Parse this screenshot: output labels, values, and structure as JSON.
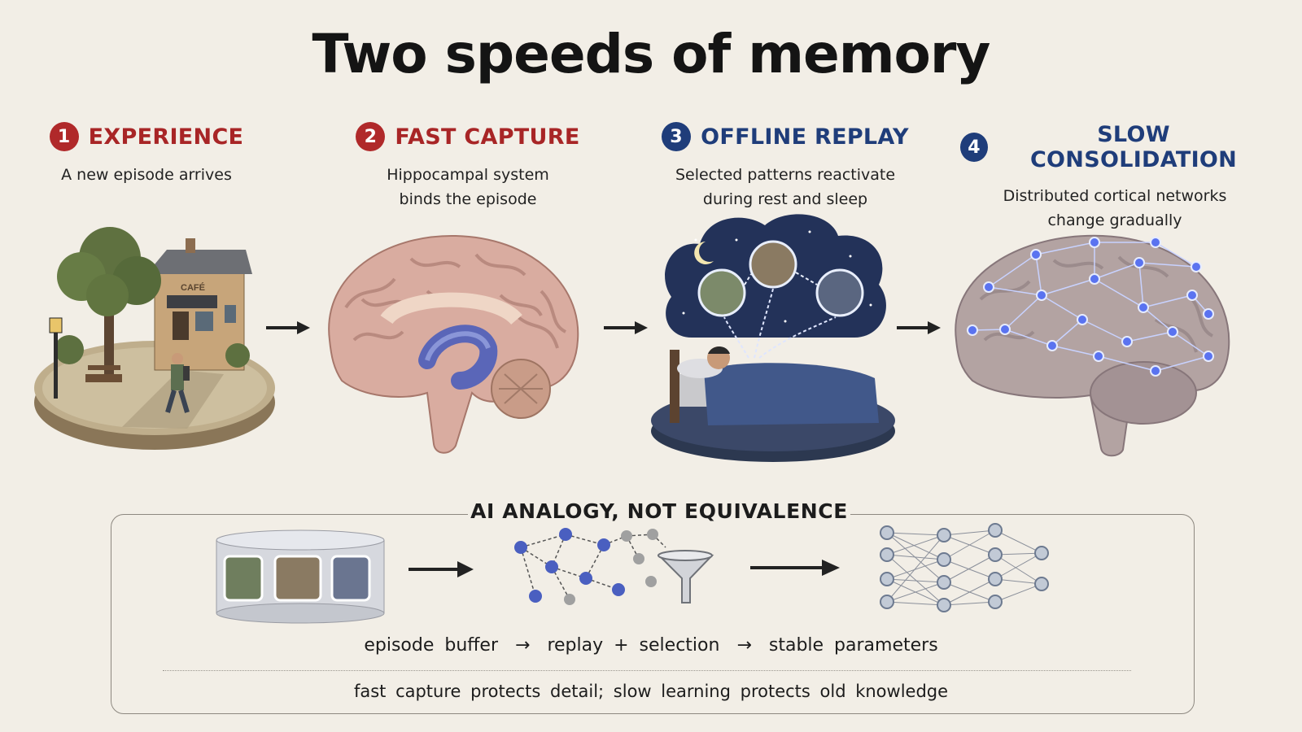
{
  "title": "Two speeds of memory",
  "steps": [
    {
      "number": "1",
      "label": "EXPERIENCE",
      "desc_lines": [
        "A new episode arrives"
      ],
      "color": "#b0292a"
    },
    {
      "number": "2",
      "label": "FAST CAPTURE",
      "desc_lines": [
        "Hippocampal system",
        "binds the episode"
      ],
      "color": "#b0292a"
    },
    {
      "number": "3",
      "label": "OFFLINE REPLAY",
      "desc_lines": [
        "Selected patterns reactivate",
        "during rest and sleep"
      ],
      "color": "#1f3d7a"
    },
    {
      "number": "4",
      "label": "SLOW CONSOLIDATION",
      "desc_lines": [
        "Distributed cortical networks",
        "change gradually"
      ],
      "color": "#1f3d7a"
    }
  ],
  "scene_signs": {
    "cafe": "CAFÉ"
  },
  "analogy": {
    "title": "AI ANALOGY, NOT EQUIVALENCE",
    "pipeline": [
      "episode buffer",
      "→",
      "replay + selection",
      "→",
      "stable parameters"
    ],
    "summary": "fast capture protects detail; slow learning protects old knowledge"
  },
  "colors": {
    "background": "#f2eee6",
    "accent_red": "#b0292a",
    "accent_blue": "#1f3d7a",
    "network_node": "#5a73c7"
  }
}
